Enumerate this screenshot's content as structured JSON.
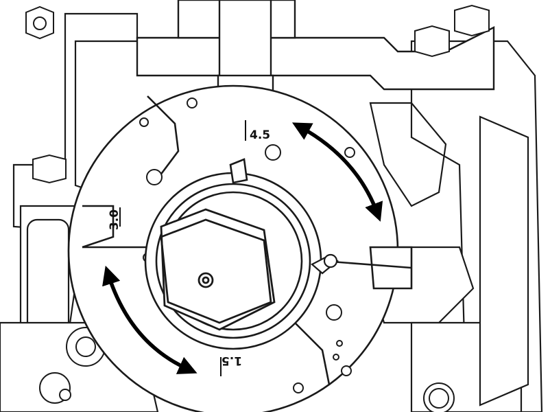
{
  "diagram": {
    "colors": {
      "line": "#1a1a1a",
      "fill": "#ffffff",
      "shade": "#efefef",
      "arrow": "#000000"
    },
    "scale_marks": [
      {
        "label": "4.5"
      },
      {
        "label": "3.0"
      },
      {
        "label": "1.5"
      }
    ],
    "arrows": [
      {
        "meaning": "rotation-arrow-upper"
      },
      {
        "meaning": "rotation-arrow-lower"
      }
    ]
  }
}
